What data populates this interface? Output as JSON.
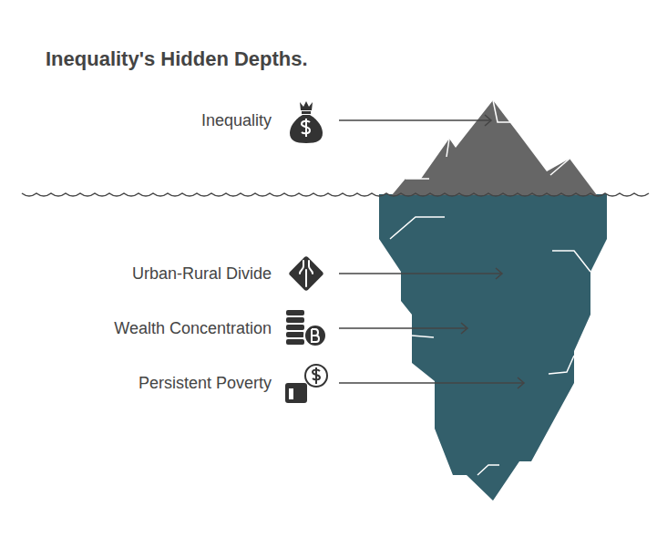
{
  "diagram": {
    "title": "Inequality's Hidden Depths.",
    "labels": [
      "Inequality",
      "Urban-Rural Divide",
      "Wealth Concentration",
      "Persistent Poverty"
    ]
  }
}
